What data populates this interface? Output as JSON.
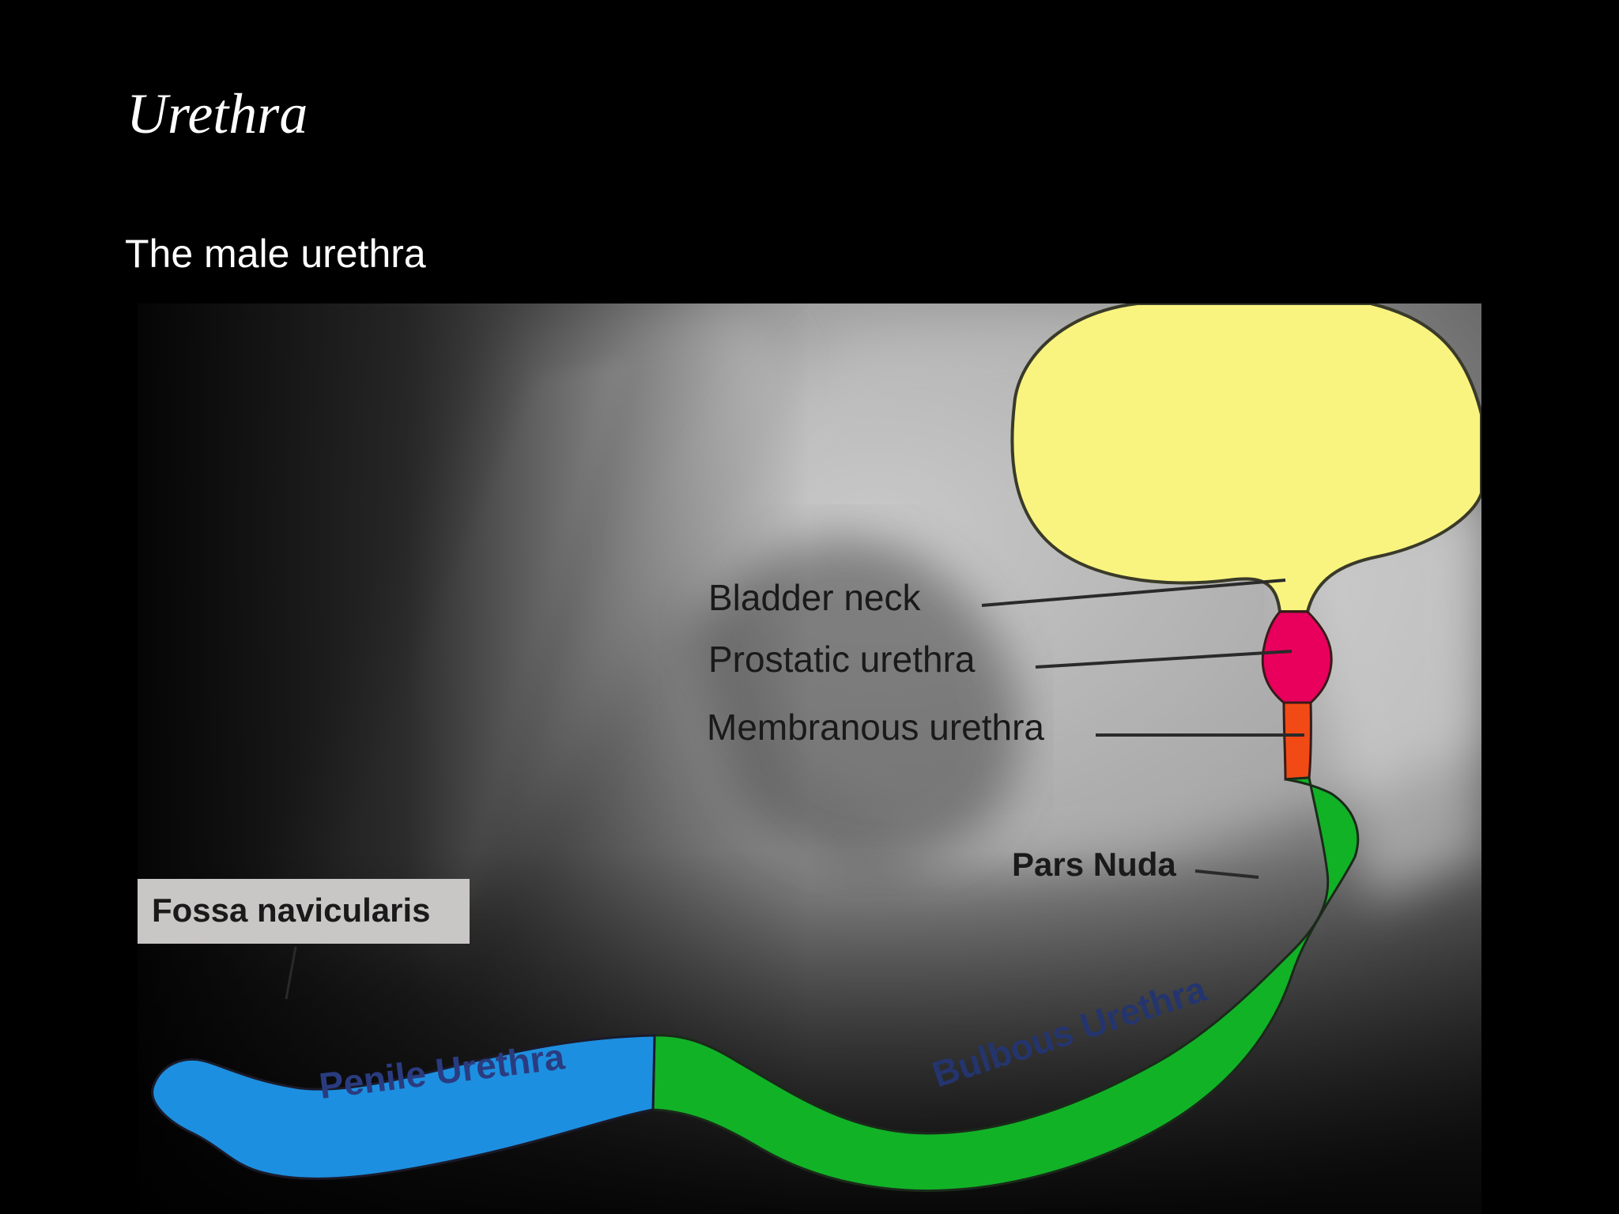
{
  "slide": {
    "title": "Urethra",
    "subtitle": "The male urethra"
  },
  "diagram": {
    "labels": {
      "bladder_neck": "Bladder neck",
      "prostatic": "Prostatic urethra",
      "membranous": "Membranous urethra",
      "pars_nuda": "Pars Nuda",
      "fossa": "Fossa navicularis",
      "penile": "Penile Urethra",
      "bulbous": "Bulbous Urethra"
    },
    "colors": {
      "bladder": "#f8f47f",
      "bladder_neck": "#e8005c",
      "membranous": "#f24a14",
      "bulbous": "#12b227",
      "penile": "#1d8fe0",
      "fossa_box": "#c9c6c6"
    }
  }
}
